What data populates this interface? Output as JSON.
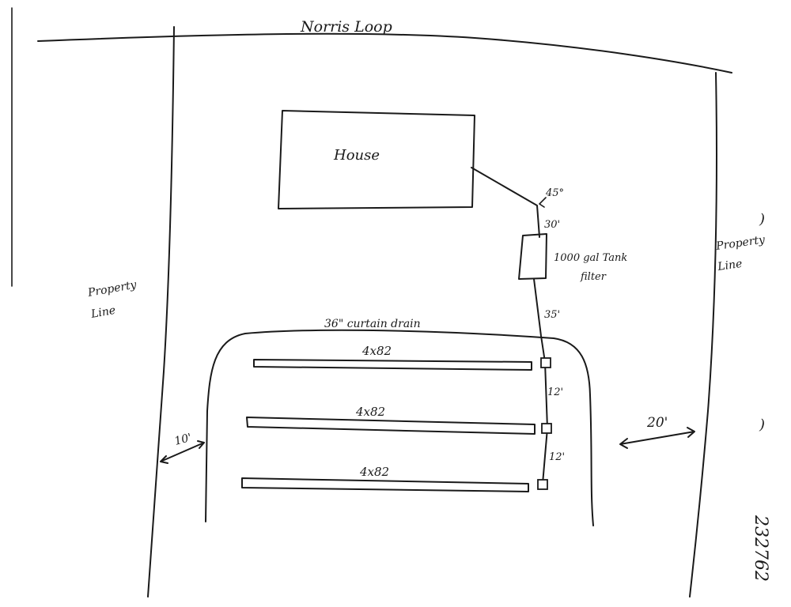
{
  "road": {
    "label": "Norris Loop"
  },
  "house": {
    "label": "House"
  },
  "angle": {
    "label": "45°"
  },
  "distances": {
    "house_to_tank": "30'",
    "tank_to_drain": "35'",
    "spacing_1": "12'",
    "spacing_2": "12'",
    "setback_left": "10'",
    "setback_right": "20'"
  },
  "tank": {
    "line1": "1000 gal Tank",
    "line2": "filter"
  },
  "curtain_drain": {
    "label": "36\" curtain drain"
  },
  "laterals": [
    {
      "label": "4x82"
    },
    {
      "label": "4x82"
    },
    {
      "label": "4x82"
    }
  ],
  "property_line_left": {
    "line1": "Property",
    "line2": "Line"
  },
  "property_line_right": {
    "line1": "Property",
    "line2": "Line"
  },
  "margin_marks": {
    "mark1": ")",
    "mark2": ")"
  },
  "document_number": "232762"
}
